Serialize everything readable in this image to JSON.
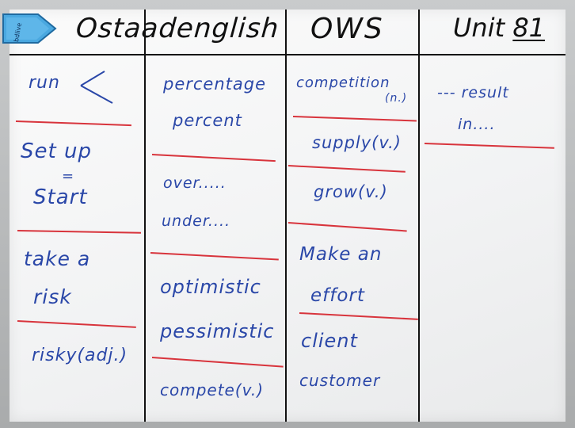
{
  "header": {
    "brand": "Ostaadenglish",
    "course": "OWS",
    "unit_label": "Unit",
    "unit_number": "81"
  },
  "tab": {
    "label": "bdlive"
  },
  "columns": [
    {
      "items": [
        {
          "text": "run"
        },
        {
          "text": "Set up"
        },
        {
          "text": "="
        },
        {
          "text": "Start"
        },
        {
          "text": "take a"
        },
        {
          "text": "risk"
        },
        {
          "text": "risky(adj.)"
        }
      ]
    },
    {
      "items": [
        {
          "text": "percentage"
        },
        {
          "text": "percent"
        },
        {
          "text": "over....."
        },
        {
          "text": "under...."
        },
        {
          "text": "optimistic"
        },
        {
          "text": "pessimistic"
        },
        {
          "text": "compete(v.)"
        }
      ]
    },
    {
      "items": [
        {
          "text": "competition"
        },
        {
          "text": "(n.)"
        },
        {
          "text": "supply(v.)"
        },
        {
          "text": "grow(v.)"
        },
        {
          "text": "Make an"
        },
        {
          "text": "effort"
        },
        {
          "text": "client"
        },
        {
          "text": "customer"
        }
      ]
    },
    {
      "items": [
        {
          "text": "--- result"
        },
        {
          "text": "in...."
        }
      ]
    }
  ]
}
